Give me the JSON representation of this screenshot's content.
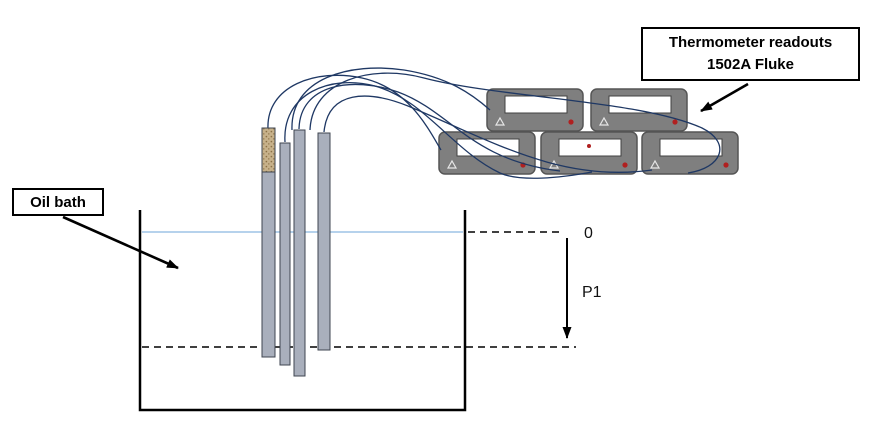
{
  "diagram": {
    "oil_bath_label": "Oil bath",
    "readouts_label_line1": "Thermometer readouts",
    "readouts_label_line2": "1502A Fluke",
    "oil_level_mark": "0",
    "depth_label": "P1",
    "device_count": 5
  },
  "colors": {
    "background": "#ffffff",
    "outline": "#000000",
    "probe_fill": "#a9afbc",
    "probe_stroke": "#3f4650",
    "cork_fill": "#c7b18a",
    "cork_dot": "#8a7046",
    "device_fill": "#7f7f7f",
    "device_stroke": "#555555",
    "display_fill": "#ffffff",
    "display_stroke": "#404040",
    "triangle_stroke": "#e6e6e6",
    "indicator_red": "#b02020",
    "oil_surface": "#9dc3e6",
    "cable": "#1f3864"
  }
}
